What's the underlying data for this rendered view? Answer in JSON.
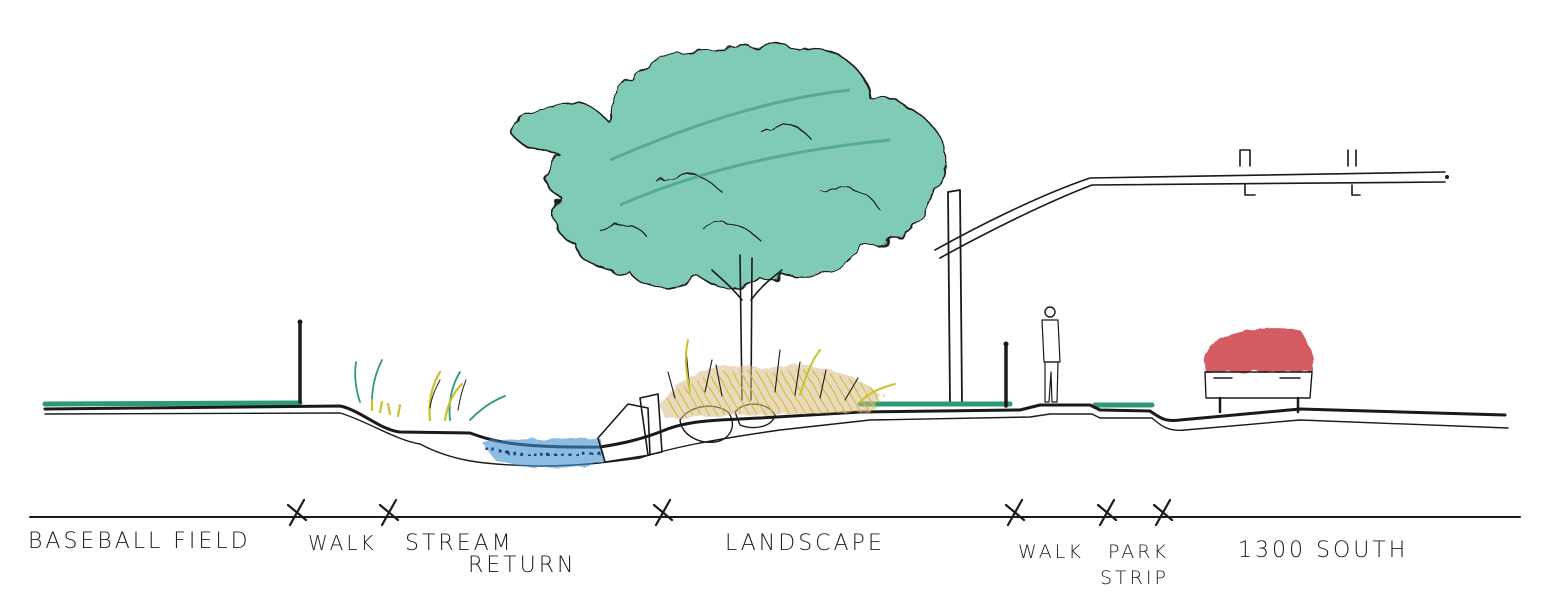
{
  "zones": [
    {
      "id": "baseball-field",
      "lines": [
        "BASEBALL FIELD"
      ]
    },
    {
      "id": "walk-west",
      "lines": [
        "WALK"
      ]
    },
    {
      "id": "stream-return",
      "lines": [
        "STREAM",
        "RETURN"
      ]
    },
    {
      "id": "landscape",
      "lines": [
        "LANDSCAPE"
      ]
    },
    {
      "id": "walk-east",
      "lines": [
        "WALK"
      ]
    },
    {
      "id": "park-strip",
      "lines": [
        "PARK",
        "STRIP"
      ]
    },
    {
      "id": "1300-south",
      "lines": [
        "1300 SOUTH"
      ]
    }
  ],
  "colors": {
    "ink": "#1a1a1a",
    "foliage": "#4fb79a",
    "grass": "#2e9a72",
    "water": "#3f8fd0",
    "grasses_yellow": "#c9c22e",
    "soil": "#d9b88a",
    "car": "#c8323c",
    "person_shirt": "#c8323c",
    "person_pants": "#3f7fc0"
  }
}
